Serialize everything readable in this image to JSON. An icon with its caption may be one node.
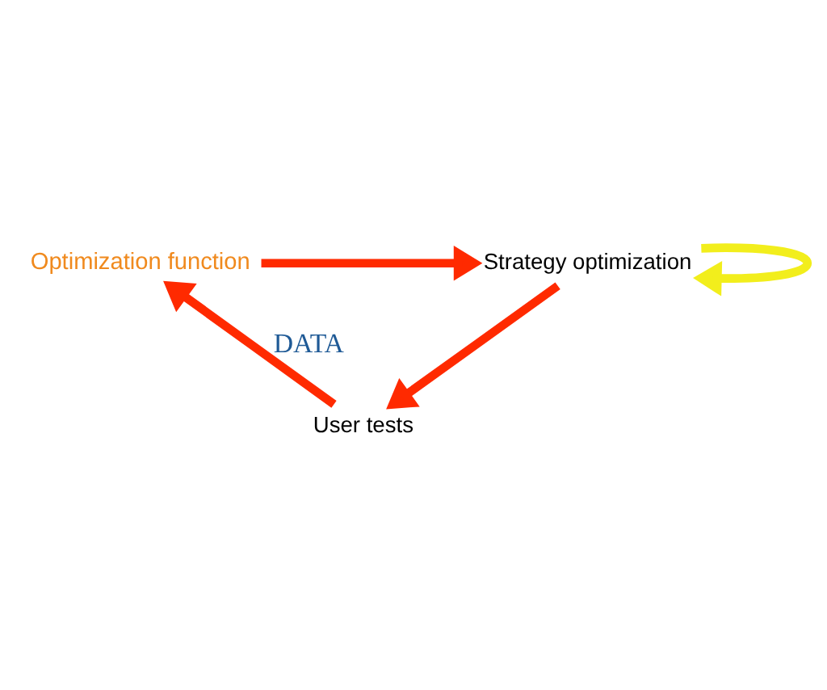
{
  "diagram": {
    "nodes": [
      {
        "text": [
          "Optimization function"
        ]
      },
      {
        "text": [
          "Strategy optimization"
        ]
      },
      {
        "text": [
          "User tests"
        ]
      }
    ],
    "edges": [
      {
        "from": 0,
        "to": 1,
        "arrow": "to"
      },
      {
        "from": 1,
        "to": 1,
        "arrow": "to",
        "color": "#f2ee1c"
      },
      {
        "from": 1,
        "to": 2,
        "arrow": "to"
      },
      {
        "from": 2,
        "to": 0,
        "arrow": "to",
        "label": "DATA"
      }
    ]
  }
}
